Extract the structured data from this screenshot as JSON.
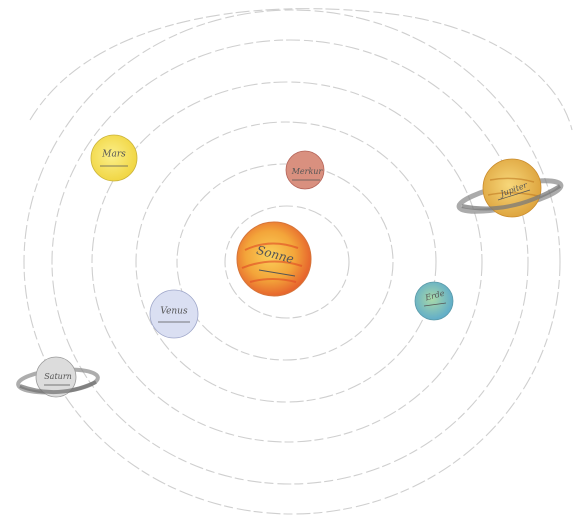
{
  "drawing": {
    "planets": [
      {
        "key": "sun",
        "label": "Sonne",
        "color": "#f2a23a"
      },
      {
        "key": "merkur",
        "label": "Merkur",
        "color": "#d98c7e"
      },
      {
        "key": "venus",
        "label": "Venus",
        "color": "#d7dcef"
      },
      {
        "key": "erde",
        "label": "Erde",
        "color": "#7fc3b6"
      },
      {
        "key": "mars",
        "label": "Mars",
        "color": "#f5df63"
      },
      {
        "key": "jupiter",
        "label": "Jupiter",
        "color": "#eab44a"
      },
      {
        "key": "saturn",
        "label": "Saturn",
        "color": "#dedede"
      }
    ]
  }
}
